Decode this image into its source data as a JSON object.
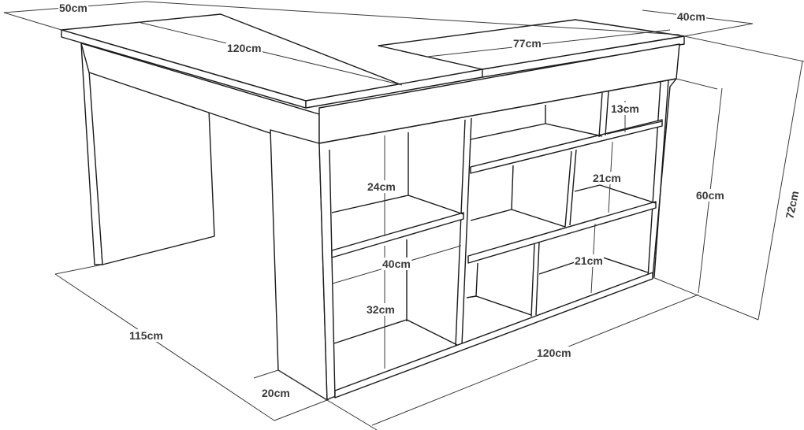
{
  "diagram": {
    "subject": "L-shaped corner desk with integrated shelving unit",
    "style": "isometric line drawing with dimension callouts",
    "colors": {
      "background": "#ffffff",
      "line": "#1a1a1a",
      "dimension": "#3a3a3a"
    },
    "dimensions": {
      "top_left_depth": "50cm",
      "top_left_length": "120cm",
      "top_right_length": "77cm",
      "top_right_depth": "40cm",
      "shelf_top_gap": "13cm",
      "shelf_mid_right": "21cm",
      "shelf_low_right": "21cm",
      "shelf_left_upper": "24cm",
      "shelf_left_width": "40cm",
      "shelf_left_lower": "32cm",
      "unit_height": "60cm",
      "total_height": "72cm",
      "floor_length_left": "115cm",
      "floor_leg_depth": "20cm",
      "floor_length_front": "120cm"
    }
  }
}
